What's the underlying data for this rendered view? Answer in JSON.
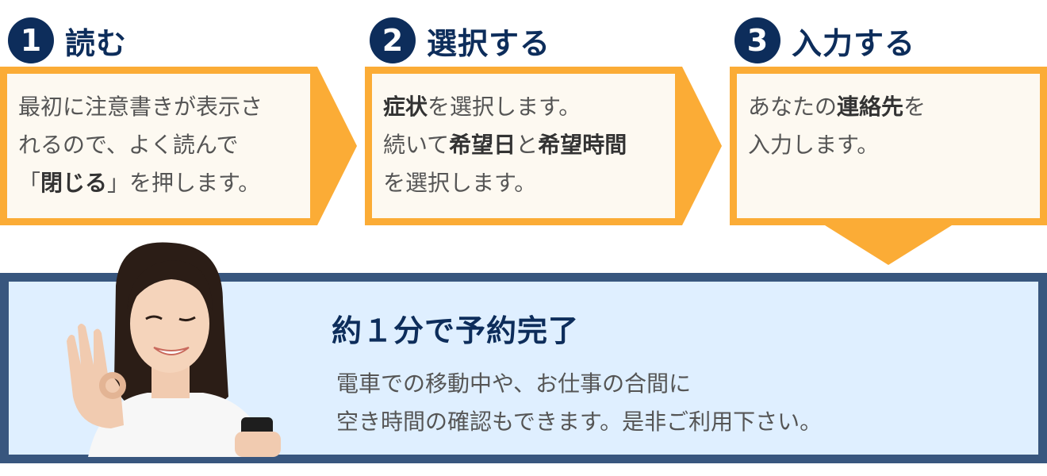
{
  "steps": [
    {
      "number": "1",
      "title": "読む",
      "lines": [
        [
          {
            "t": "最初に注意書きが表示さ",
            "b": false
          }
        ],
        [
          {
            "t": "れるので、よく読んで",
            "b": false
          }
        ],
        [
          {
            "t": "「",
            "b": false
          },
          {
            "t": "閉じる",
            "b": true
          },
          {
            "t": "」を押します。",
            "b": false
          }
        ]
      ]
    },
    {
      "number": "2",
      "title": "選択する",
      "lines": [
        [
          {
            "t": "症状",
            "b": true
          },
          {
            "t": "を選択します。",
            "b": false
          }
        ],
        [
          {
            "t": "続いて",
            "b": false
          },
          {
            "t": "希望日",
            "b": true
          },
          {
            "t": "と",
            "b": false
          },
          {
            "t": "希望時間",
            "b": true
          }
        ],
        [
          {
            "t": "を選択します。",
            "b": false
          }
        ]
      ]
    },
    {
      "number": "3",
      "title": "入力する",
      "lines": [
        [
          {
            "t": "あなたの",
            "b": false
          },
          {
            "t": "連絡先",
            "b": true
          },
          {
            "t": "を",
            "b": false
          }
        ],
        [
          {
            "t": "入力します。",
            "b": false
          }
        ]
      ]
    }
  ],
  "summary": {
    "title": "約１分で予約完了",
    "lines": [
      "電車での移動中や、お仕事の合間に",
      "空き時間の確認もできます。是非ご利用下さい。"
    ]
  },
  "colors": {
    "navy": "#0d2d5b",
    "orange": "#fbac36",
    "box_bg": "#fdf9f1",
    "panel_bg": "#dfefff",
    "panel_border": "#38567e"
  }
}
